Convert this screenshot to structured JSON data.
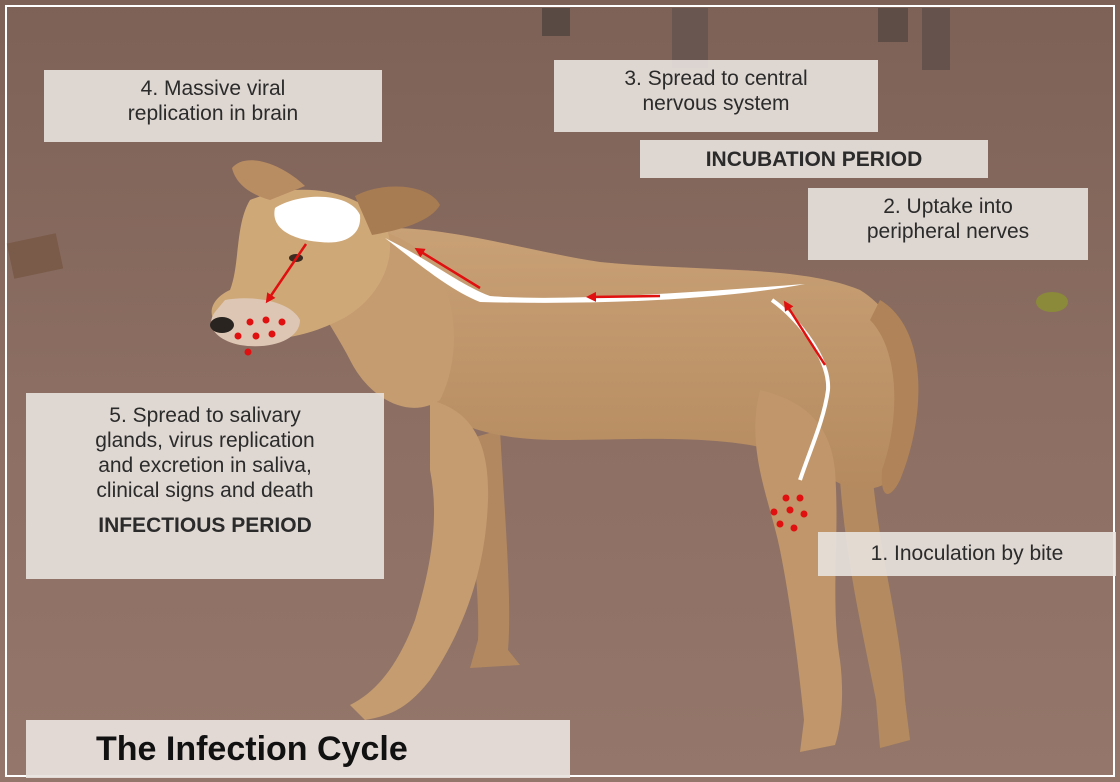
{
  "title": "The Infection Cycle",
  "steps": {
    "inoculation": {
      "line1": "1. Inoculation by bite"
    },
    "uptake": {
      "line1": "2. Uptake into",
      "line2": "peripheral nerves"
    },
    "spread_cns": {
      "line1": "3. Spread to central",
      "line2": "nervous system"
    },
    "replication_brain": {
      "line1": "4. Massive viral",
      "line2": "replication in brain"
    },
    "spread_salivary": {
      "line1": "5. Spread to salivary",
      "line2": "glands, virus replication",
      "line3": "and excretion in saliva,",
      "line4": "clinical signs and death"
    }
  },
  "periods": {
    "incubation": "INCUBATION PERIOD",
    "infectious": "INFECTIOUS PERIOD"
  },
  "colors": {
    "ground": "#8a6a5c",
    "dog_coat": "#c49a6c",
    "nerve_path": "#ffffff",
    "virus_marker": "#e01010",
    "label_bg": "#e8e2de"
  }
}
